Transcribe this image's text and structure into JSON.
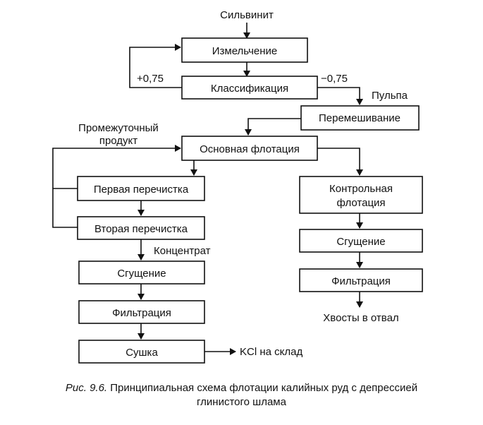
{
  "nodes": {
    "silvinit": "Сильвинит",
    "izmelchenie": "Измельчение",
    "klassifikaciya": "Классификация",
    "plus075": "+0,75",
    "minus075": "−0,75",
    "pulpa": "Пульпа",
    "peremeshivanie": "Перемешивание",
    "promezhutochnyi_1": "Промежуточный",
    "promezhutochnyi_2": "продукт",
    "osnovnaya_flotaciya": "Основная флотация",
    "pervaya_perechistka": "Первая перечистка",
    "vtoraya_perechistka": "Вторая перечистка",
    "koncentrat": "Концентрат",
    "sgushchenie_left": "Сгущение",
    "filtraciya_left": "Фильтрация",
    "sushka": "Сушка",
    "kcl_na_sklad": "KCl на склад",
    "kontrolnaya_1": "Контрольная",
    "kontrolnaya_2": "флотация",
    "sgushchenie_right": "Сгущение",
    "filtraciya_right": "Фильтрация",
    "khvosty": "Хвосты в отвал"
  },
  "caption": {
    "label": "Рис. 9.6.",
    "line1": "Принципиальная схема флотации калийных руд с депрессией",
    "line2": "глинистого шлама"
  }
}
